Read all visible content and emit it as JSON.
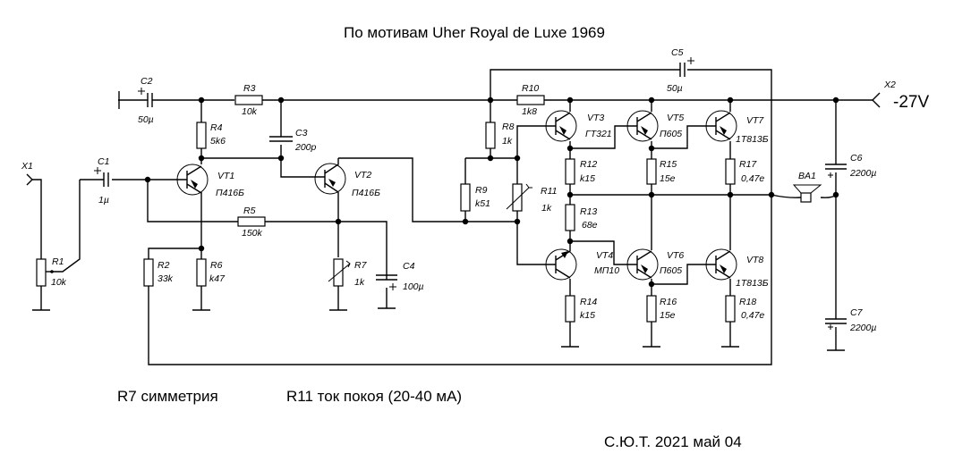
{
  "title": "По мотивам Uher Royal de Luxe 1969",
  "notes": {
    "r7": "R7 симметрия",
    "r11": "R11 ток покоя (20-40 мА)",
    "signature": "С.Ю.Т. 2021 май 04"
  },
  "supply": {
    "connector": "X2",
    "voltage": "-27V"
  },
  "input": {
    "connector": "X1"
  },
  "components": {
    "C1": {
      "ref": "C1",
      "value": "1µ"
    },
    "C2": {
      "ref": "C2",
      "value": "50µ"
    },
    "C3": {
      "ref": "C3",
      "value": "200p"
    },
    "C4": {
      "ref": "C4",
      "value": "100µ"
    },
    "C5": {
      "ref": "C5",
      "value": "50µ"
    },
    "C6": {
      "ref": "C6",
      "value": "2200µ"
    },
    "C7": {
      "ref": "C7",
      "value": "2200µ"
    },
    "R1": {
      "ref": "R1",
      "value": "10k"
    },
    "R2": {
      "ref": "R2",
      "value": "33k"
    },
    "R3": {
      "ref": "R3",
      "value": "10k"
    },
    "R4": {
      "ref": "R4",
      "value": "5k6"
    },
    "R5": {
      "ref": "R5",
      "value": "150k"
    },
    "R6": {
      "ref": "R6",
      "value": "k47"
    },
    "R7": {
      "ref": "R7",
      "value": "1k"
    },
    "R8": {
      "ref": "R8",
      "value": "1k"
    },
    "R9": {
      "ref": "R9",
      "value": "k51"
    },
    "R10": {
      "ref": "R10",
      "value": "1k8"
    },
    "R11": {
      "ref": "R11",
      "value": "1k"
    },
    "R12": {
      "ref": "R12",
      "value": "k15"
    },
    "R13": {
      "ref": "R13",
      "value": "68e"
    },
    "R14": {
      "ref": "R14",
      "value": "k15"
    },
    "R15": {
      "ref": "R15",
      "value": "15e"
    },
    "R16": {
      "ref": "R16",
      "value": "15e"
    },
    "R17": {
      "ref": "R17",
      "value": "0,47e"
    },
    "R18": {
      "ref": "R18",
      "value": "0,47e"
    },
    "VT1": {
      "ref": "VT1",
      "value": "П416Б"
    },
    "VT2": {
      "ref": "VT2",
      "value": "П416Б"
    },
    "VT3": {
      "ref": "VT3",
      "value": "ГТ321"
    },
    "VT4": {
      "ref": "VT4",
      "value": "МП10"
    },
    "VT5": {
      "ref": "VT5",
      "value": "П605"
    },
    "VT6": {
      "ref": "VT6",
      "value": "П605"
    },
    "VT7": {
      "ref": "VT7",
      "value": "1Т813Б"
    },
    "VT8": {
      "ref": "VT8",
      "value": "1Т813Б"
    },
    "BA1": {
      "ref": "BA1"
    }
  }
}
